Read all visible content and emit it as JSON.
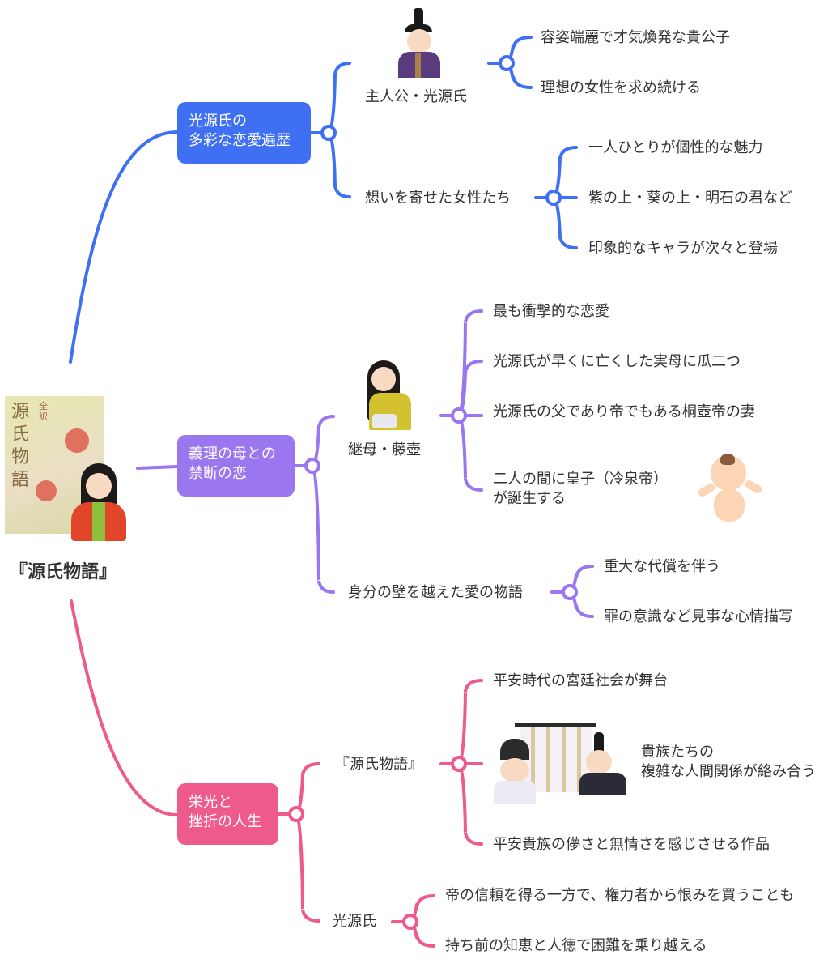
{
  "colors": {
    "blue": "#3f6ff2",
    "purple": "#9a76ef",
    "pink": "#ee5a8b",
    "text": "#333333",
    "background": "#ffffff"
  },
  "root": {
    "title": "『源氏物語』",
    "cover_text": "源氏物語",
    "cover_sub": "全訳"
  },
  "branches": [
    {
      "label": "光源氏の\n多彩な恋愛遍歴",
      "color": "blue",
      "children": [
        {
          "label": "主人公・光源氏",
          "image": "heian-nobleman-illustration",
          "children": [
            "容姿端麗で才気煥発な貴公子",
            "理想の女性を求め続ける"
          ]
        },
        {
          "label": "想いを寄せた女性たち",
          "children": [
            "一人ひとりが個性的な魅力",
            "紫の上・葵の上・明石の君など",
            "印象的なキャラが次々と登場"
          ]
        }
      ]
    },
    {
      "label": "義理の母との\n禁断の恋",
      "color": "purple",
      "children": [
        {
          "label": "継母・藤壺",
          "image": "heian-lady-illustration",
          "children": [
            "最も衝撃的な恋愛",
            "光源氏が早くに亡くした実母に瓜二つ",
            "光源氏の父であり帝でもある桐壺帝の妻",
            "二人の間に皇子（冷泉帝）\nが誕生する"
          ],
          "extra_image": "baby-illustration"
        },
        {
          "label": "身分の壁を越えた愛の物語",
          "children": [
            "重大な代償を伴う",
            "罪の意識など見事な心情描写"
          ]
        }
      ]
    },
    {
      "label": "栄光と\n挫折の人生",
      "color": "pink",
      "children": [
        {
          "label": "『源氏物語』",
          "children": [
            "平安時代の宮廷社会が舞台",
            "貴族たちの\n複雑な人間関係が絡み合う",
            "平安貴族の儚さと無情さを感じさせる作品"
          ],
          "extra_image": "court-nobles-illustration"
        },
        {
          "label": "光源氏",
          "children": [
            "帝の信頼を得る一方で、権力者から恨みを買うことも",
            "持ち前の知恵と人徳で困難を乗り越える"
          ]
        }
      ]
    }
  ]
}
